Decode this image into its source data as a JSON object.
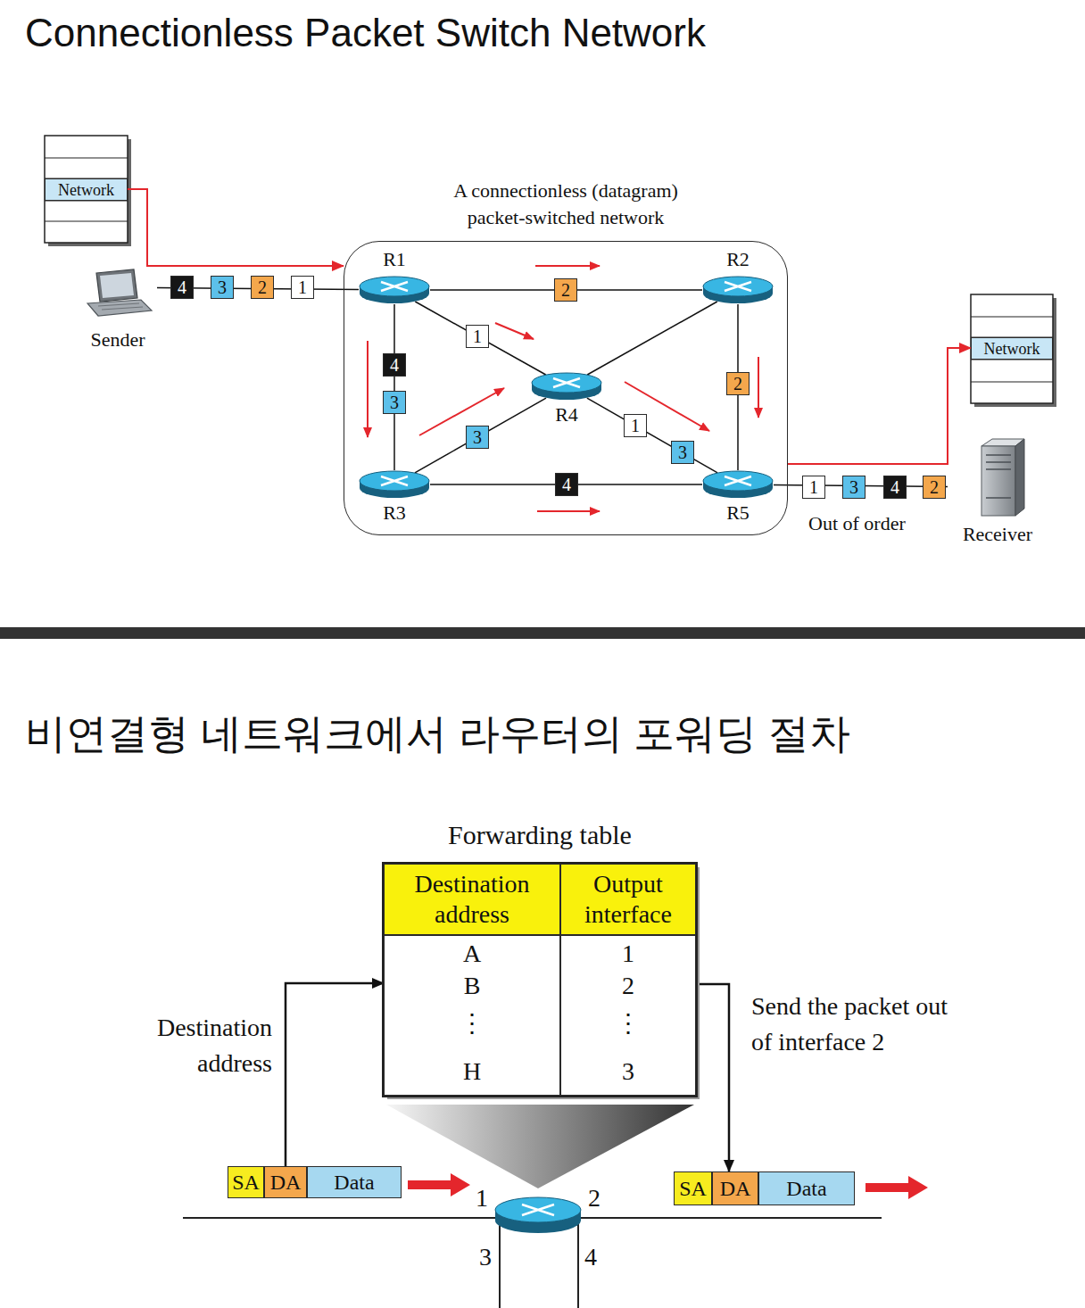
{
  "diagram": {
    "title": "Connectionless Packet Switch Network",
    "nodes": [
      {
        "text": [
          "Network"
        ]
      },
      {
        "text": [
          "A connectionless (datagram) packet-switched network"
        ]
      },
      {
        "text": [
          "R1"
        ],
        "in": 1
      },
      {
        "text": [
          "R2"
        ],
        "in": 1
      },
      {
        "text": [
          "R4"
        ],
        "in": 1
      },
      {
        "text": [
          "R3"
        ],
        "in": 1
      },
      {
        "text": [
          "R5"
        ],
        "in": 1
      },
      {
        "text": [
          "Sender"
        ]
      },
      {
        "text": [
          "Network"
        ]
      },
      {
        "text": [
          "Receiver"
        ]
      },
      {
        "text": [
          "4"
        ]
      },
      {
        "text": [
          "3"
        ]
      },
      {
        "text": [
          "2"
        ]
      },
      {
        "text": [
          "1"
        ]
      },
      {
        "text": [
          "2"
        ],
        "in": 1
      },
      {
        "text": [
          "1"
        ],
        "in": 1
      },
      {
        "text": [
          "4"
        ],
        "in": 1
      },
      {
        "text": [
          "3"
        ],
        "in": 1
      },
      {
        "text": [
          "3"
        ],
        "in": 1
      },
      {
        "text": [
          "1"
        ],
        "in": 1
      },
      {
        "text": [
          "3"
        ],
        "in": 1
      },
      {
        "text": [
          "2"
        ],
        "in": 1
      },
      {
        "text": [
          "4"
        ],
        "in": 1
      },
      {
        "text": [
          "1"
        ]
      },
      {
        "text": [
          "3"
        ]
      },
      {
        "text": [
          "4"
        ]
      },
      {
        "text": [
          "2"
        ]
      },
      {
        "text": [
          "Forwarding table"
        ]
      },
      {
        "text": [
          "Destination address"
        ],
        "in": 27
      },
      {
        "text": [
          "Output interface"
        ],
        "in": 27
      },
      {
        "text": [
          "A",
          "B",
          "⋮",
          "H"
        ],
        "in": 27
      },
      {
        "text": [
          "1",
          "2",
          "⋮",
          "3"
        ],
        "in": 27
      },
      {
        "text": [
          "SA"
        ]
      },
      {
        "text": [
          "DA"
        ]
      },
      {
        "text": [
          "Data"
        ]
      },
      {
        "text": [
          "SA"
        ]
      },
      {
        "text": [
          "DA"
        ]
      },
      {
        "text": [
          "Data"
        ]
      }
    ],
    "edges": [
      {
        "from": 0,
        "to": 1,
        "arrow": "to"
      },
      {
        "from": 7,
        "to": 2,
        "arrow": "none"
      },
      {
        "from": 2,
        "to": 3,
        "arrow": "none"
      },
      {
        "from": 2,
        "to": 4,
        "arrow": "none"
      },
      {
        "from": 2,
        "to": 5,
        "arrow": "none"
      },
      {
        "from": 5,
        "to": 4,
        "arrow": "none"
      },
      {
        "from": 3,
        "to": 4,
        "arrow": "none"
      },
      {
        "from": 4,
        "to": 6,
        "arrow": "none"
      },
      {
        "from": 3,
        "to": 6,
        "arrow": "none"
      },
      {
        "from": 5,
        "to": 6,
        "arrow": "none"
      },
      {
        "from": 6,
        "to": 9,
        "arrow": "none"
      },
      {
        "from": 1,
        "to": 8,
        "arrow": "to"
      },
      {
        "from": 33,
        "to": 30,
        "arrow": "to",
        "label": "Destination address"
      },
      {
        "from": 31,
        "to": 36,
        "arrow": "to",
        "label": "Send the packet out of interface 2"
      }
    ],
    "labels": [
      "비연결형 네트워크에서 라우터의 포워딩 절차",
      "Out of order",
      "1",
      "2",
      "3",
      "4"
    ]
  }
}
